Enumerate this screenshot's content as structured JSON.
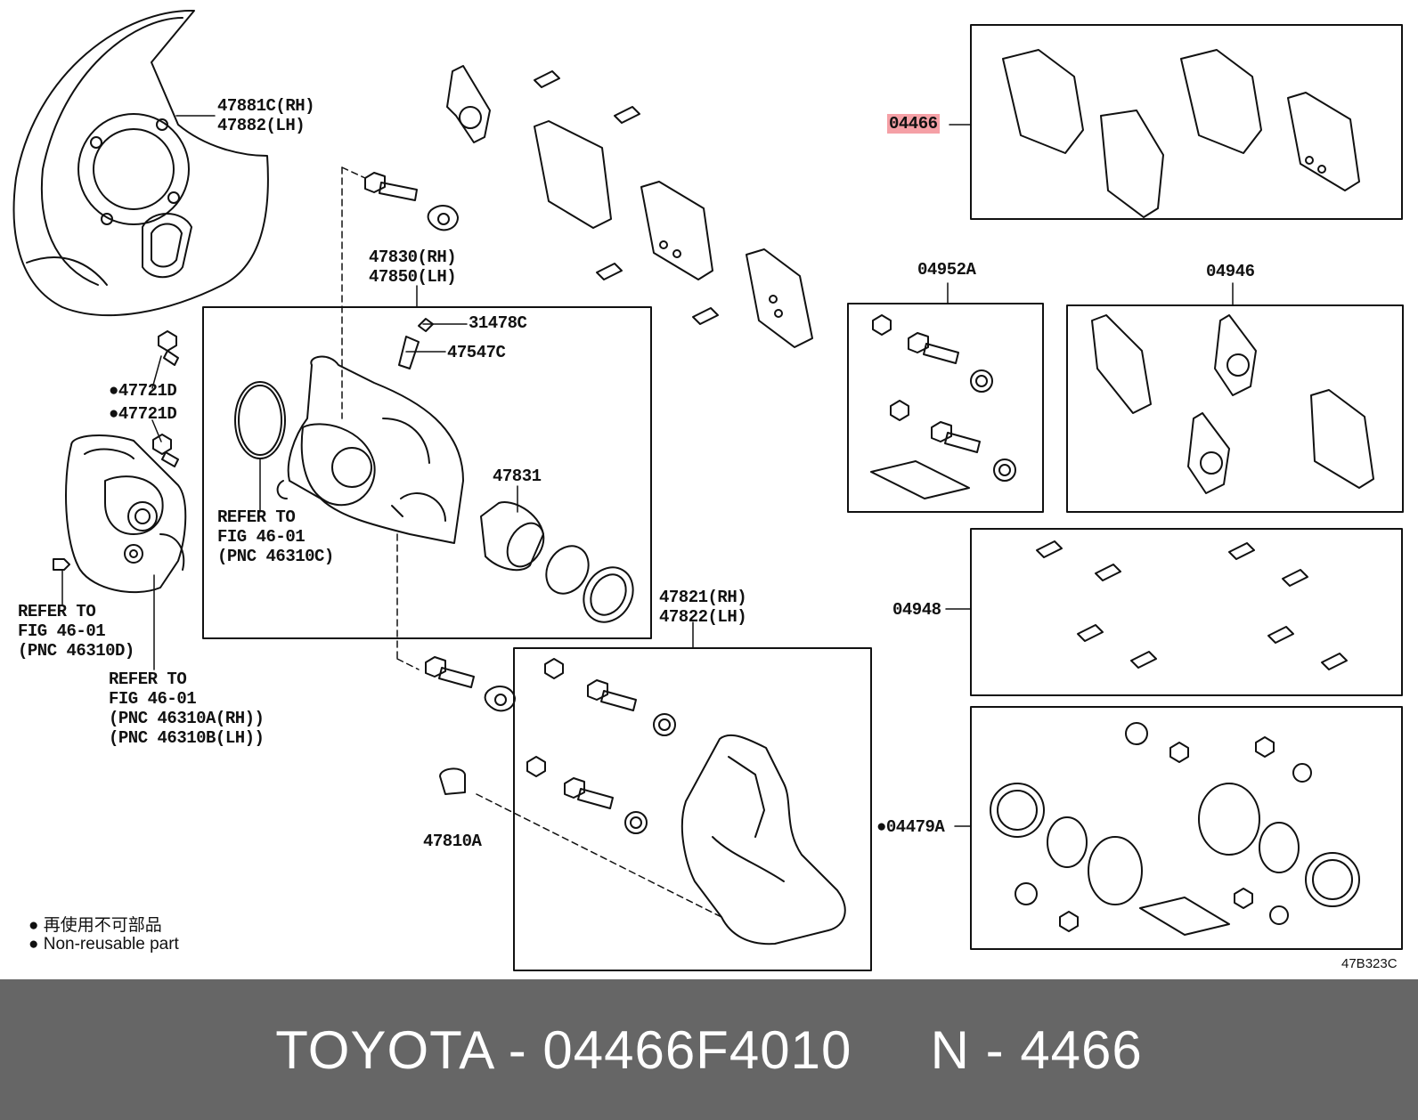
{
  "labels": {
    "shield": "47881C(RH)\n47882(LH)",
    "caliper": "47830(RH)\n47850(LH)",
    "p31478c": "31478C",
    "p47547c": "47547C",
    "bolt1": "●47721D",
    "bolt2": "●47721D",
    "refer1": "REFER TO\nFIG 46-01\n(PNC 46310C)",
    "refer2": "REFER TO\nFIG 46-01\n(PNC 46310D)",
    "refer3": "REFER TO\nFIG 46-01\n(PNC 46310A(RH))\n(PNC 46310B(LH))",
    "piston": "47831",
    "mounting": "47821(RH)\n47822(LH)",
    "bolt810": "47810A",
    "pads": "04466",
    "k04952a": "04952A",
    "k04946": "04946",
    "k04948": "04948",
    "k04479a": "●04479A",
    "note_jp": "● 再使用不可部品",
    "note_en": "● Non-reusable part",
    "figure_code": "47B323C"
  },
  "footer": {
    "text": "TOYOTA - 04466F4010     N - 4466"
  },
  "colors": {
    "highlight": "#f5a0a6",
    "footer_bg": "#666666",
    "line": "#111111"
  }
}
